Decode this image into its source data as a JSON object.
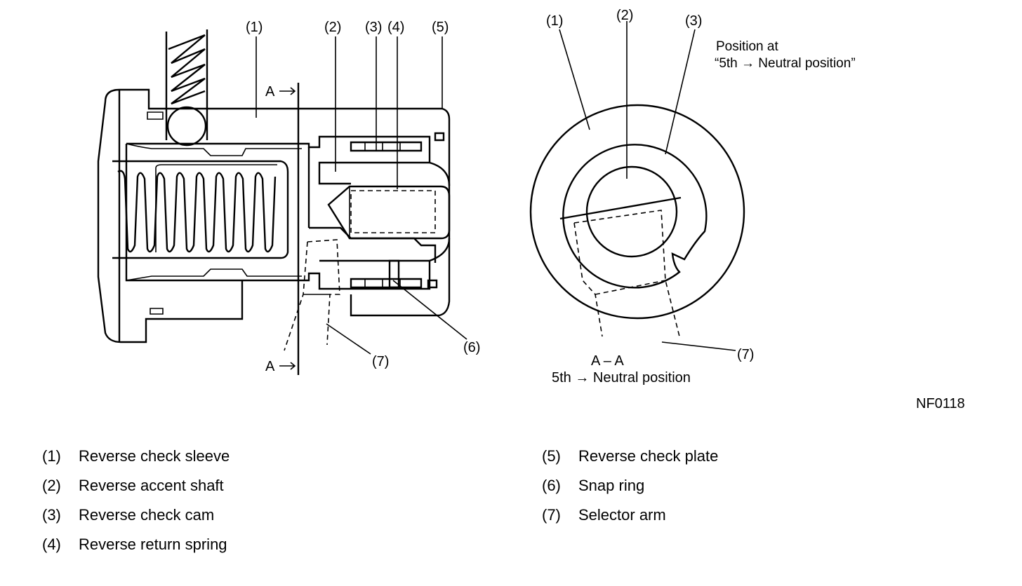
{
  "left_view": {
    "callouts": [
      "(1)",
      "(2)",
      "(3)",
      "(4)",
      "(5)",
      "(6)",
      "(7)"
    ],
    "section_marker_top": "A",
    "section_marker_bottom": "A"
  },
  "right_view": {
    "callouts": [
      "(1)",
      "(2)",
      "(3)",
      "(7)"
    ],
    "position_note_line1": "Position at",
    "position_note_line2": "“5th → Neutral position”",
    "section_title": "A – A",
    "section_subtitle": "5th → Neutral position"
  },
  "figure_id": "NF0118",
  "legend": [
    {
      "num": "(1)",
      "label": "Reverse check sleeve"
    },
    {
      "num": "(2)",
      "label": "Reverse accent shaft"
    },
    {
      "num": "(3)",
      "label": "Reverse check cam"
    },
    {
      "num": "(4)",
      "label": "Reverse return spring"
    },
    {
      "num": "(5)",
      "label": "Reverse check plate"
    },
    {
      "num": "(6)",
      "label": "Snap ring"
    },
    {
      "num": "(7)",
      "label": "Selector arm"
    }
  ]
}
